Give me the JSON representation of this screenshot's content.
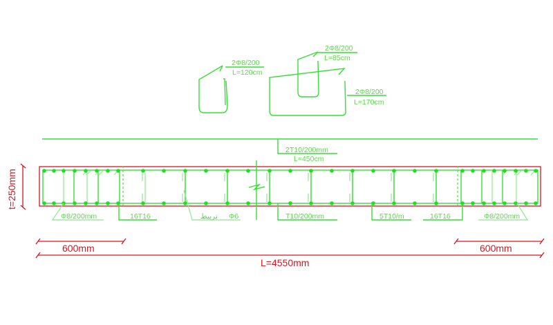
{
  "colors": {
    "rebar": "#33e133",
    "rebar_light": "#8fe88f",
    "dimension": "#d9141e",
    "background": "#ffffff"
  },
  "stirrup_details": [
    {
      "id": "stirrup-120",
      "spec": "2Φ8/200",
      "length": "L=120cm"
    },
    {
      "id": "stirrup-85",
      "spec": "2Φ8/200",
      "length": "L=85cm"
    },
    {
      "id": "stirrup-170",
      "spec": "2Φ8/200",
      "length": "L=170cm"
    }
  ],
  "top_bar": {
    "spec": "2T10/200mm",
    "length": "L=450cm"
  },
  "bottom_labels": {
    "left_stirrups": "Φ8/200mm",
    "left_main": "16T16",
    "tie_arabic": "تربيط",
    "tie_dia": "Φ6",
    "mid_bars": "T10/200mm",
    "mid_count": "5T10/m",
    "right_main": "16T16",
    "right_stirrups": "Φ8/200mm"
  },
  "dimensions": {
    "thickness": "t=250mm",
    "left_zone": "600mm",
    "right_zone": "600mm",
    "total_length": "L=4550mm"
  }
}
